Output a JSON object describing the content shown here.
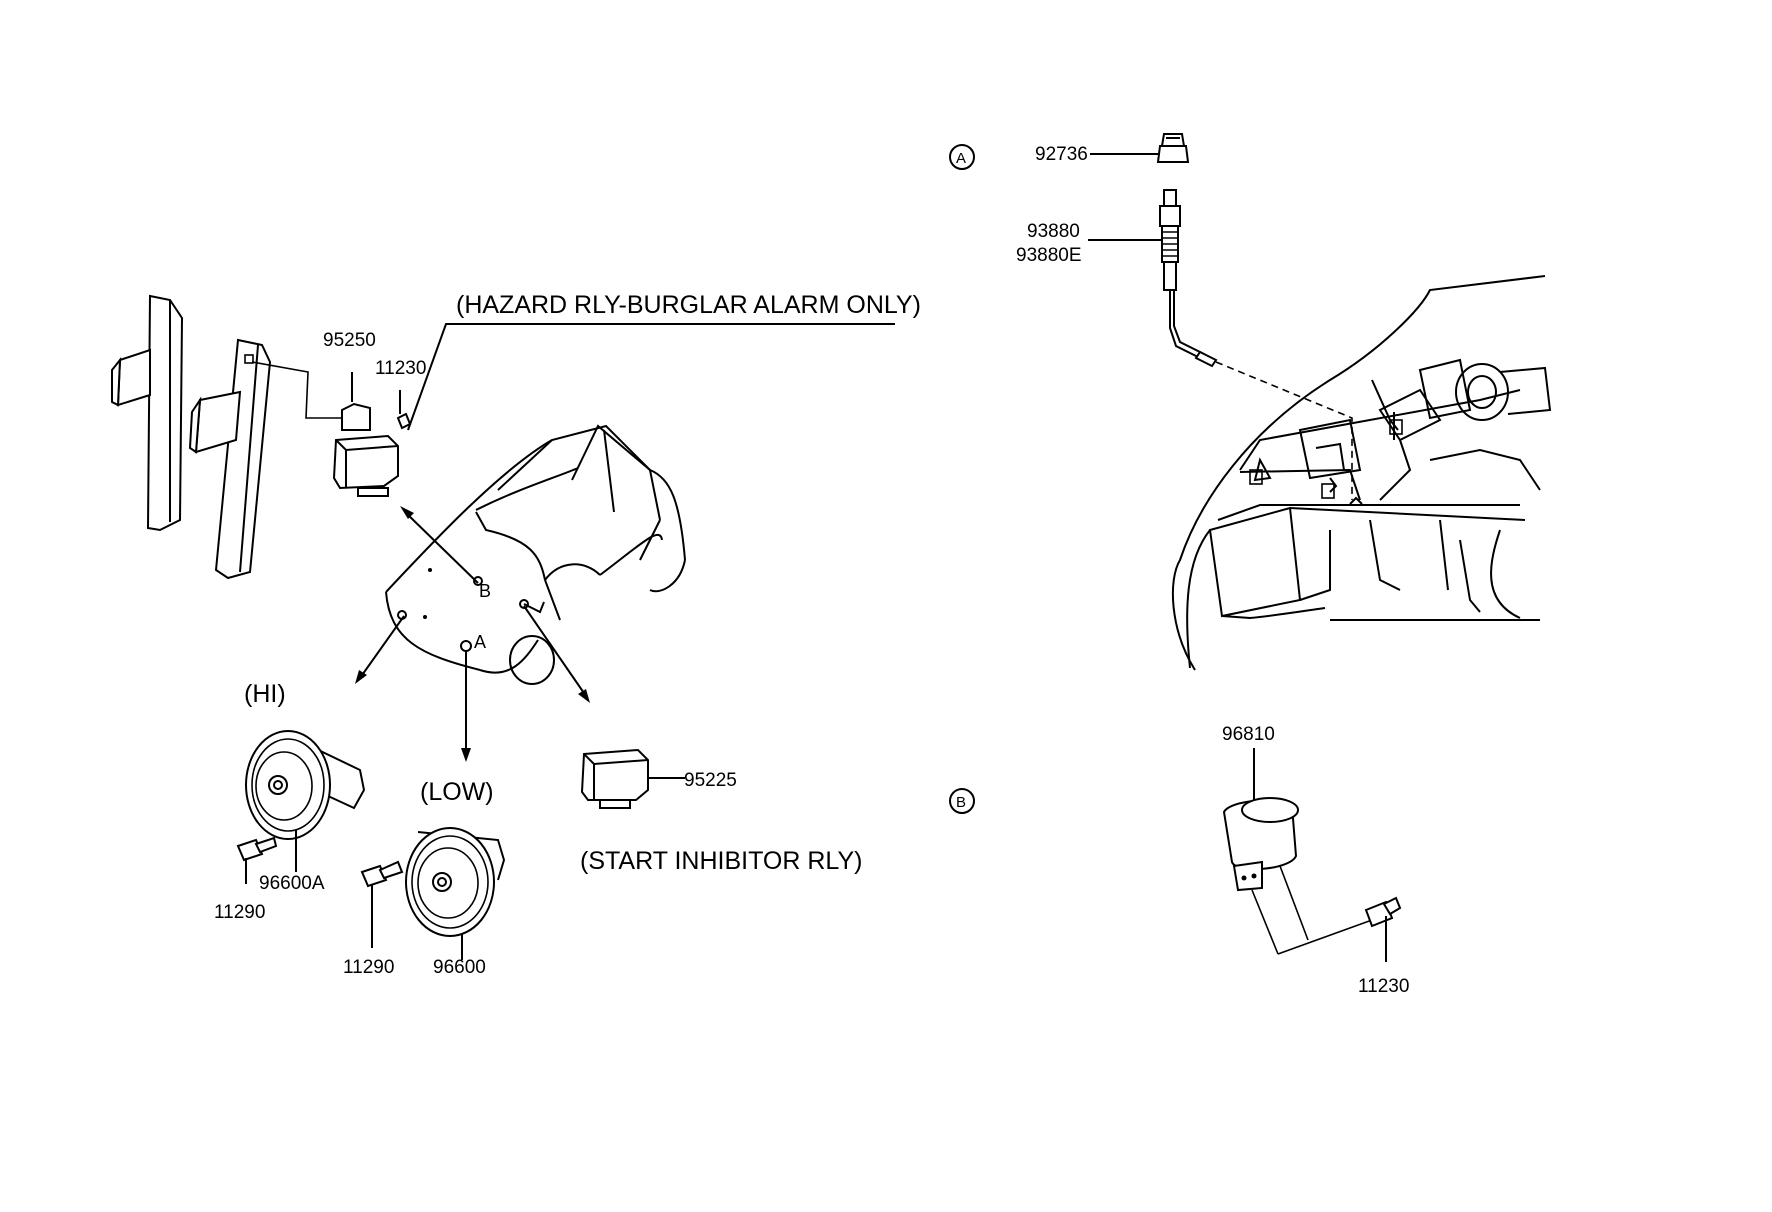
{
  "callouts": {
    "p92736": "92736",
    "p93880": "93880",
    "p93880e": "93880E",
    "p95250": "95250",
    "p11230a": "11230",
    "p95225": "95225",
    "p96600a": "96600A",
    "p11290a": "11290",
    "p11290b": "11290",
    "p96600": "96600",
    "p96810": "96810",
    "p11230b": "11230"
  },
  "notes": {
    "hazard": "(HAZARD RLY-BURGLAR ALARM ONLY)",
    "start_inhibitor": "(START INHIBITOR RLY)",
    "hi": "(HI)",
    "low": "(LOW)"
  },
  "markers": {
    "a_circle": "A",
    "b_circle": "B",
    "a_car": "A",
    "b_car": "B"
  }
}
